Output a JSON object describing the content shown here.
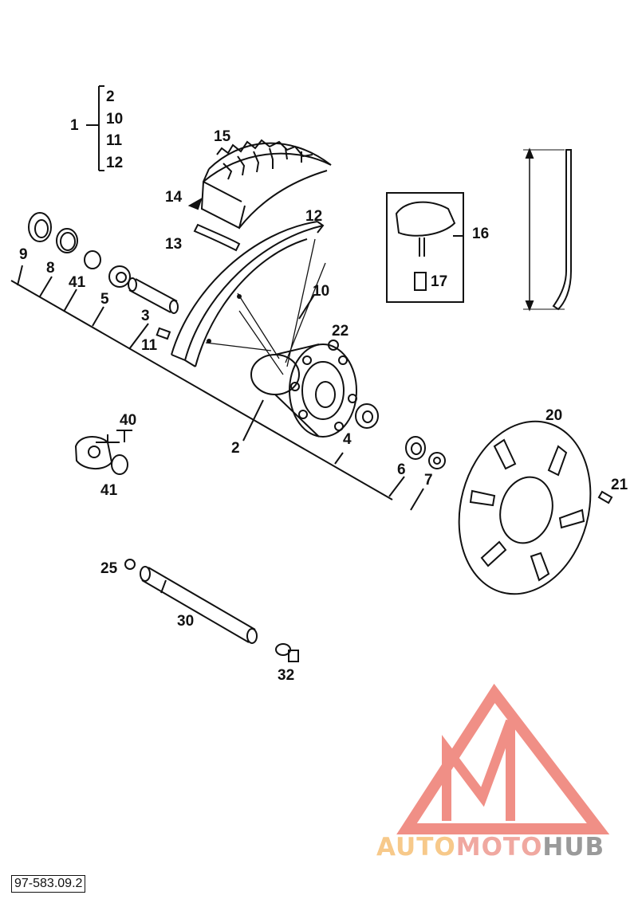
{
  "labels": {
    "p1": "1",
    "p2": "2",
    "p2b": "2",
    "p3": "3",
    "p4": "4",
    "p5": "5",
    "p6": "6",
    "p7": "7",
    "p8": "8",
    "p9": "9",
    "p10": "10",
    "p10b": "10",
    "p11": "11",
    "p11b": "11",
    "p12": "12",
    "p12b": "12",
    "p13": "13",
    "p14": "14",
    "p15": "15",
    "p16": "16",
    "p17": "17",
    "p20": "20",
    "p21": "21",
    "p22": "22",
    "p25": "25",
    "p30": "30",
    "p32": "32",
    "p40": "40",
    "p41": "41",
    "p41b": "41"
  },
  "reference_code": "97-583.09.2",
  "watermark": {
    "part1": "AUTO",
    "part2": "MOTO",
    "part3": "HUB",
    "colors": {
      "auto": "#f7c98a",
      "moto": "#f0a8a0",
      "hub": "#9a9a9a",
      "logo": "#f08f86"
    }
  }
}
